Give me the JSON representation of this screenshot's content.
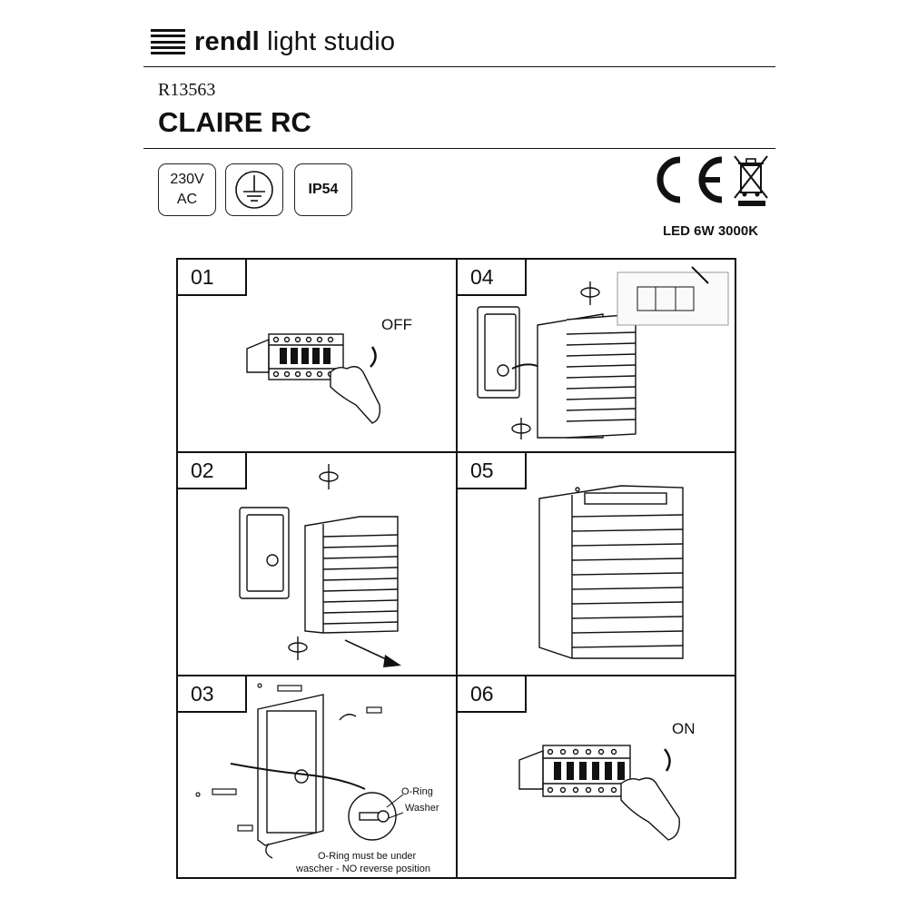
{
  "header": {
    "brand_bold": "rendl",
    "brand_rest": " light studio",
    "product_code": "R13563",
    "product_name": "CLAIRE RC"
  },
  "specs": {
    "voltage_line1": "230V",
    "voltage_line2": "AC",
    "earth_icon": "protective-earth-icon",
    "ip_rating": "IP54",
    "certifications": [
      "ce-mark-icon",
      "weee-bin-icon"
    ],
    "led_info": "LED 6W 3000K"
  },
  "steps": [
    {
      "number": "01",
      "label": "OFF"
    },
    {
      "number": "02"
    },
    {
      "number": "03",
      "oring_label": "O-Ring",
      "washer_label": "Washer",
      "note_line1": "O-Ring must be under",
      "note_line2": "wascher - NO reverse position"
    },
    {
      "number": "04"
    },
    {
      "number": "05"
    },
    {
      "number": "06",
      "label": "ON"
    }
  ]
}
